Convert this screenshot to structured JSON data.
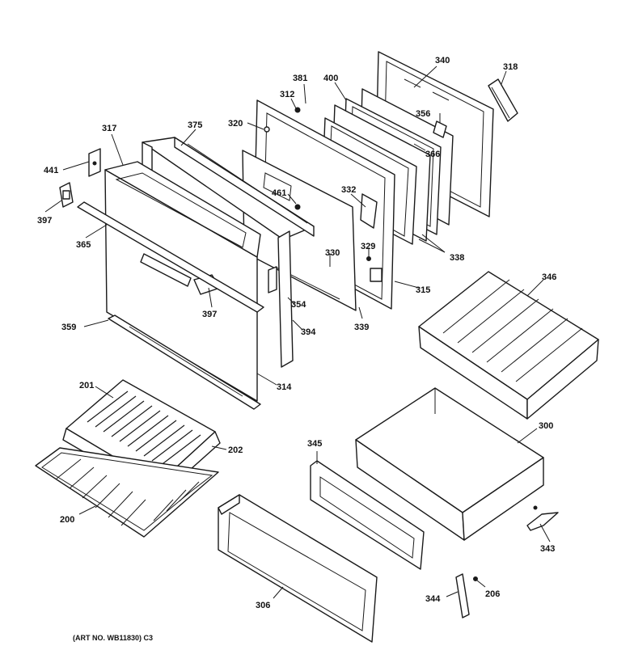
{
  "labels": {
    "p340": "340",
    "p318": "318",
    "p381": "381",
    "p400": "400",
    "p312": "312",
    "p356": "356",
    "p366": "366",
    "p320": "320",
    "p375": "375",
    "p317": "317",
    "p441": "441",
    "p461": "461",
    "p332": "332",
    "p397a": "397",
    "p365": "365",
    "p329": "329",
    "p338": "338",
    "p330": "330",
    "p315": "315",
    "p397b": "397",
    "p354": "354",
    "p359": "359",
    "p394": "394",
    "p339": "339",
    "p346": "346",
    "p314": "314",
    "p201": "201",
    "p300": "300",
    "p202": "202",
    "p345": "345",
    "p200": "200",
    "p343": "343",
    "p206": "206",
    "p344": "344",
    "p306": "306"
  },
  "art_number": "(ART NO. WB11830) C3"
}
